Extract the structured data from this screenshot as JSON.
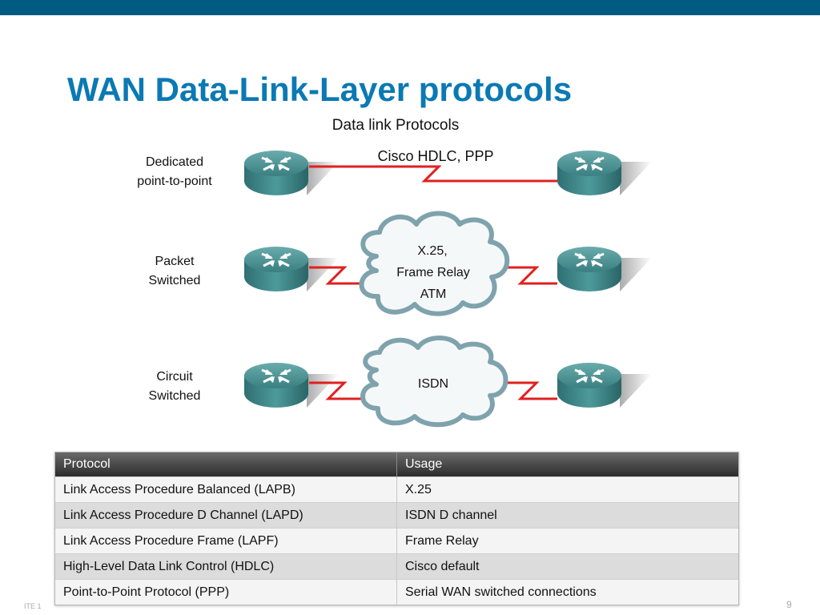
{
  "page": {
    "title": "WAN Data-Link-Layer protocols",
    "footer_left": "ITE 1",
    "page_number": "9"
  },
  "diagram": {
    "heading": "Data link Protocols",
    "rows": [
      {
        "label_line1": "Dedicated",
        "label_line2": "point-to-point",
        "link_label": "Cisco HDLC, PPP"
      },
      {
        "label_line1": "Packet",
        "label_line2": "Switched",
        "cloud_lines": [
          "X.25,",
          "Frame Relay",
          "ATM"
        ]
      },
      {
        "label_line1": "Circuit",
        "label_line2": "Switched",
        "cloud_lines": [
          "ISDN"
        ]
      }
    ]
  },
  "table": {
    "headers": [
      "Protocol",
      "Usage"
    ],
    "rows": [
      [
        "Link Access Procedure Balanced (LAPB)",
        "X.25"
      ],
      [
        "Link Access Procedure D Channel (LAPD)",
        "ISDN D channel"
      ],
      [
        "Link Access Procedure Frame (LAPF)",
        "Frame Relay"
      ],
      [
        "High-Level Data Link Control (HDLC)",
        "Cisco default"
      ],
      [
        "Point-to-Point Protocol (PPP)",
        "Serial WAN switched connections"
      ]
    ]
  },
  "colors": {
    "top_bar": "#005b82",
    "title": "#0a79b4",
    "link_line": "#e02020",
    "router": "#3f8a8c",
    "cloud_border": "#7fa3ad"
  }
}
